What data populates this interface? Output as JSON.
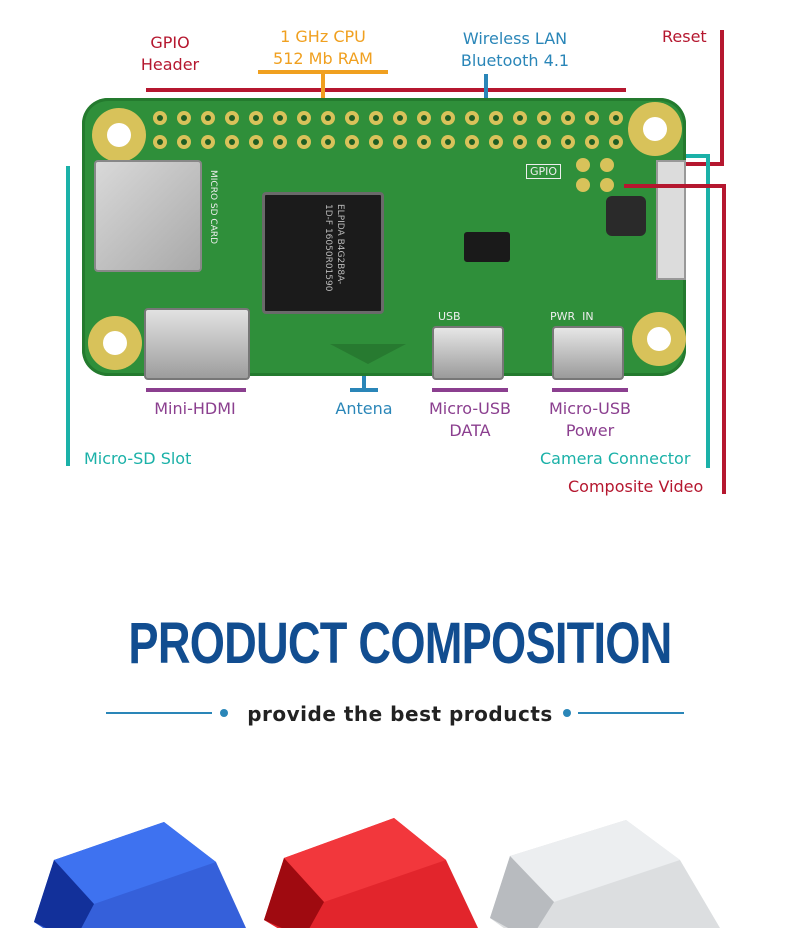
{
  "labels": {
    "gpio_header_1": "GPIO",
    "gpio_header_2": "Header",
    "cpu_1": "1 GHz CPU",
    "cpu_2": "512 Mb RAM",
    "wireless_1": "Wireless LAN",
    "wireless_2": "Bluetooth 4.1",
    "reset": "Reset",
    "mini_hdmi": "Mini-HDMI",
    "antena": "Antena",
    "micro_usb_data_1": "Micro-USB",
    "micro_usb_data_2": "DATA",
    "micro_usb_power_1": "Micro-USB",
    "micro_usb_power_2": "Power",
    "micro_sd_slot": "Micro-SD Slot",
    "camera_connector": "Camera Connector",
    "composite_video": "Composite Video"
  },
  "board_silkscreen": {
    "gpio": "GPIO",
    "usb": "USB",
    "pwr_in": "PWR  IN",
    "micro_sd_card": "MICRO SD CARD",
    "chip_text": "ELPIDA B4G2B8A-1D-F 16050R01590"
  },
  "section": {
    "heading": "PRODUCT COMPOSITION",
    "subheading": "provide the best products"
  },
  "cases": [
    {
      "color_name": "blue",
      "color": "#1f4fd6"
    },
    {
      "color_name": "red",
      "color": "#e0121a"
    },
    {
      "color_name": "clear",
      "color": "#d8dadd"
    }
  ],
  "colors": {
    "red": "#b5172f",
    "orange": "#f0a020",
    "blue": "#2a86b8",
    "purple": "#8b3f8f",
    "teal": "#1bb1a8",
    "pcb_green": "#2f8f3a",
    "heading_blue": "#114d90"
  }
}
